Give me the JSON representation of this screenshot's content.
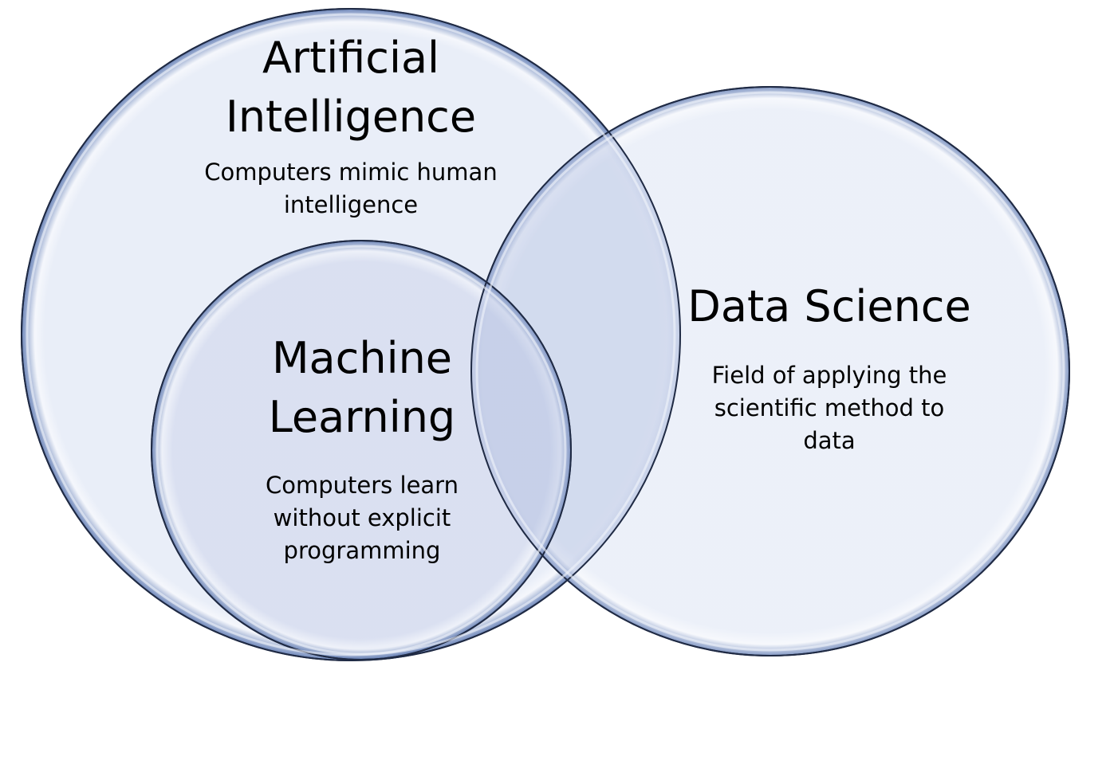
{
  "diagram": {
    "circles": [
      {
        "id": "ai",
        "title_lines": [
          "Artificial",
          "Intelligence"
        ],
        "description_lines": [
          "Computers mimic human",
          "intelligence"
        ]
      },
      {
        "id": "ds",
        "title_lines": [
          "Data Science"
        ],
        "description_lines": [
          "Field of applying the",
          "scientific method to",
          "data"
        ]
      },
      {
        "id": "ml",
        "title_lines": [
          "Machine",
          "Learning"
        ],
        "description_lines": [
          "Computers learn",
          "without explicit",
          "programming"
        ]
      }
    ],
    "colors": {
      "fill_outer": "#e9eef8",
      "fill_ml": "#d8def0",
      "fill_overlap": "#c9d2ec",
      "edge_light": "#f5f7fc",
      "edge_dark": "#4f6fa8",
      "outline": "#1f2a44"
    }
  }
}
